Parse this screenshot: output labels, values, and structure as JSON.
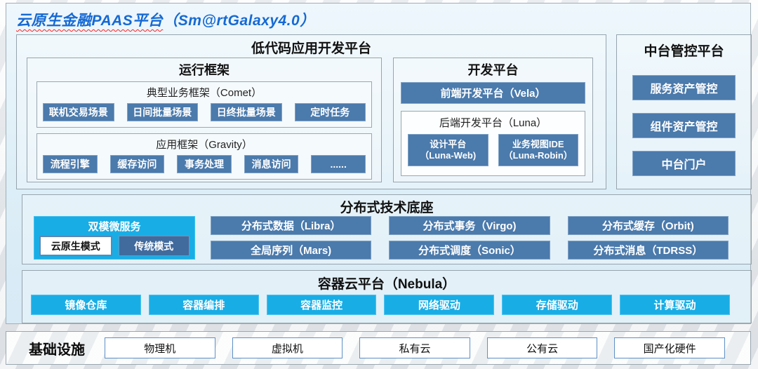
{
  "page": {
    "title_main": "云原生金融PAAS平台",
    "title_suffix": "（Sm@rtGalaxy4.0）"
  },
  "colors": {
    "title_blue": "#1569d3",
    "steel_blue_button": "#4b7aac",
    "cyan_accent": "#19ade5",
    "traditional_mode_blue": "#416a9d",
    "panel_background": "#ddeef7",
    "infra_border_blue": "#5e90c6",
    "squiggle_red": "#ff2020"
  },
  "lowcode": {
    "title": "低代码应用开发平台",
    "runtime": {
      "title": "运行框架",
      "comet": {
        "title": "典型业务框架（Comet）",
        "items": [
          "联机交易场景",
          "日间批量场景",
          "日终批量场景",
          "定时任务"
        ]
      },
      "gravity": {
        "title": "应用框架（Gravity）",
        "items": [
          "流程引擎",
          "缓存访问",
          "事务处理",
          "消息访问",
          "......"
        ]
      }
    },
    "dev": {
      "title": "开发平台",
      "frontend": "前端开发平台（Vela）",
      "backend": {
        "title": "后端开发平台（Luna）",
        "items": [
          {
            "line1": "设计平台",
            "line2": "（Luna-Web)"
          },
          {
            "line1": "业务视图IDE",
            "line2": "（Luna-Robin）"
          }
        ]
      }
    }
  },
  "middle_platform": {
    "title": "中台管控平台",
    "items": [
      "服务资产管控",
      "组件资产管控",
      "中台门户"
    ]
  },
  "distributed": {
    "title": "分布式技术底座",
    "dual_mode": {
      "title": "双模微服务",
      "cloud_native": "云原生模式",
      "traditional": "传统模式"
    },
    "items": [
      "分布式数据（Libra）",
      "分布式事务（Virgo)",
      "分布式缓存（Orbit)",
      "全局序列（Mars)",
      "分布式调度（Sonic）",
      "分布式消息（TDRSS）"
    ]
  },
  "container_cloud": {
    "title": "容器云平台（Nebula）",
    "items": [
      "镜像仓库",
      "容器编排",
      "容器监控",
      "网络驱动",
      "存储驱动",
      "计算驱动"
    ]
  },
  "infrastructure": {
    "title": "基础设施",
    "items": [
      "物理机",
      "虚拟机",
      "私有云",
      "公有云",
      "国产化硬件"
    ]
  }
}
